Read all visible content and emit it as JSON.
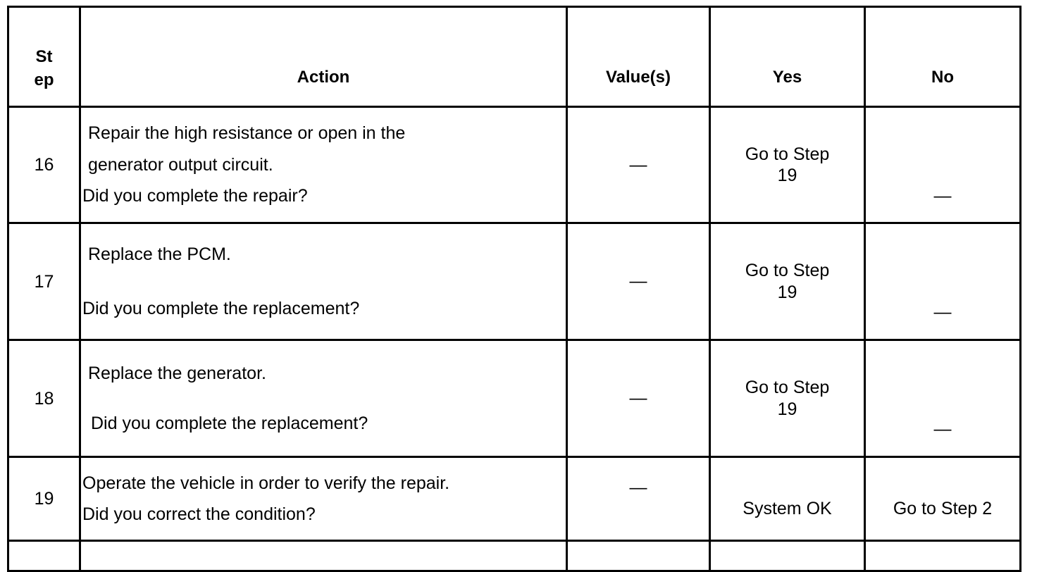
{
  "table": {
    "headers": {
      "step": "Step",
      "step_line1": "St",
      "step_line2": "ep",
      "action": "Action",
      "values": "Value(s)",
      "yes": "Yes",
      "no": "No"
    },
    "rows": [
      {
        "step": "16",
        "action_lines": [
          "Repair the high resistance or open in the",
          "generator output circuit.",
          "Did you complete the repair?"
        ],
        "value": "—",
        "yes_lines": [
          "Go to Step",
          "19"
        ],
        "no": "—"
      },
      {
        "step": "17",
        "action_lines": [
          "Replace the PCM.",
          "",
          "Did you complete the replacement?"
        ],
        "value": "—",
        "yes_lines": [
          "Go to Step",
          "19"
        ],
        "no": "—"
      },
      {
        "step": "18",
        "action_lines": [
          "Replace the generator.",
          "",
          "Did you complete the replacement?"
        ],
        "value": "—",
        "yes_lines": [
          "Go to Step",
          "19"
        ],
        "no": "—"
      },
      {
        "step": "19",
        "action_lines": [
          "Operate the vehicle in order to verify the repair.",
          "Did you correct the condition?"
        ],
        "value": "—",
        "yes_lines": [
          "System OK"
        ],
        "no": "Go to Step 2"
      }
    ]
  },
  "style": {
    "border_color": "#000000",
    "text_color": "#000000",
    "background": "#ffffff"
  }
}
